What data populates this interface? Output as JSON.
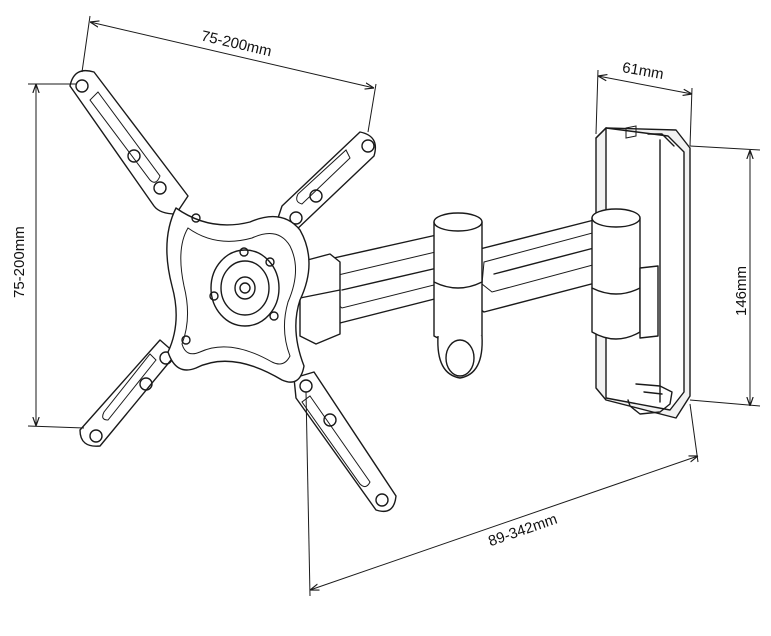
{
  "dimensions": {
    "top_width": "75-200mm",
    "left_height": "75-200mm",
    "depth": "61mm",
    "plate_height": "146mm",
    "extension": "89-342mm"
  }
}
